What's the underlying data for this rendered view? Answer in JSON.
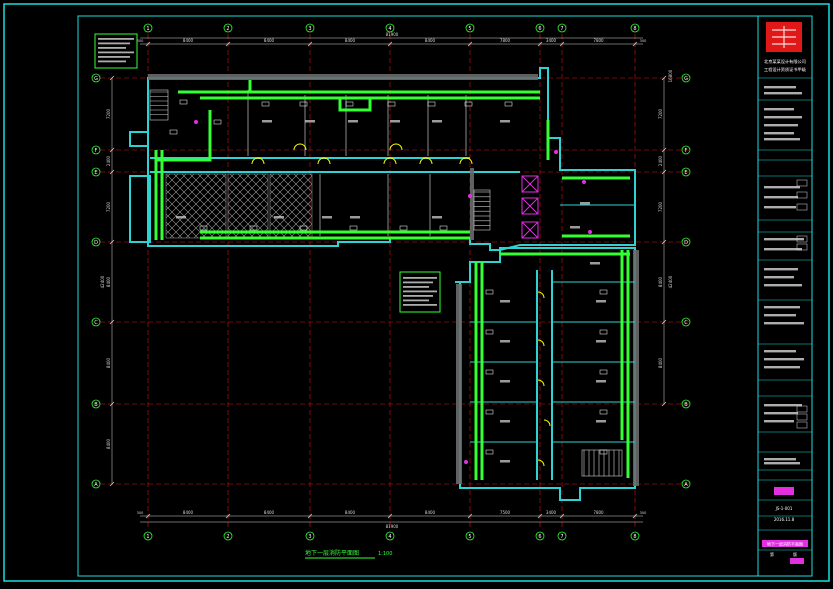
{
  "drawing": {
    "title_text": "地下一层消防平面图",
    "scale_text": "1:100",
    "total_dim_text": "81900",
    "colors": {
      "background": "#000000",
      "frame": "#19e0e0",
      "wall": "#2fd2d2",
      "duct": "#33ff33",
      "grid_line": "#d01818",
      "axis_circle": "#33ff33",
      "dimension": "#d8d8d8",
      "partition": "#8a8a8a",
      "hatch": "#a8a8a8",
      "pipe": "#ffff00",
      "magenta": "#e030e0"
    }
  },
  "axes": {
    "vertical_labels": [
      "1",
      "2",
      "3",
      "4",
      "5",
      "6",
      "7",
      "8"
    ],
    "horizontal_labels": [
      "A",
      "B",
      "C",
      "D",
      "E",
      "F",
      "G"
    ]
  },
  "dimensions": {
    "top_spans": [
      "8400",
      "8400",
      "8400",
      "8400",
      "7800",
      "3400",
      "7800"
    ],
    "bottom_spans": [
      "8400",
      "8400",
      "8400",
      "8400",
      "7500",
      "3400",
      "7800"
    ],
    "left_spans": [
      "8400",
      "8400",
      "8400",
      "7200",
      "2400",
      "7200"
    ],
    "right_spans": [
      "7200",
      "2400",
      "7200",
      "8400",
      "8400"
    ],
    "edge_small": "300",
    "right_total": "42400",
    "right_top_total": "16800"
  },
  "title_block": {
    "company_line1": "北京某某设计有限公司",
    "company_line2": "工程设计资质证书甲级",
    "footer_label": "地下一层消防平面图",
    "date_text": "2016.11.8",
    "drawing_no": "JS-1-001",
    "sheet_label": "第",
    "version_label": "版"
  },
  "legend": {
    "notes_label": "说明"
  }
}
